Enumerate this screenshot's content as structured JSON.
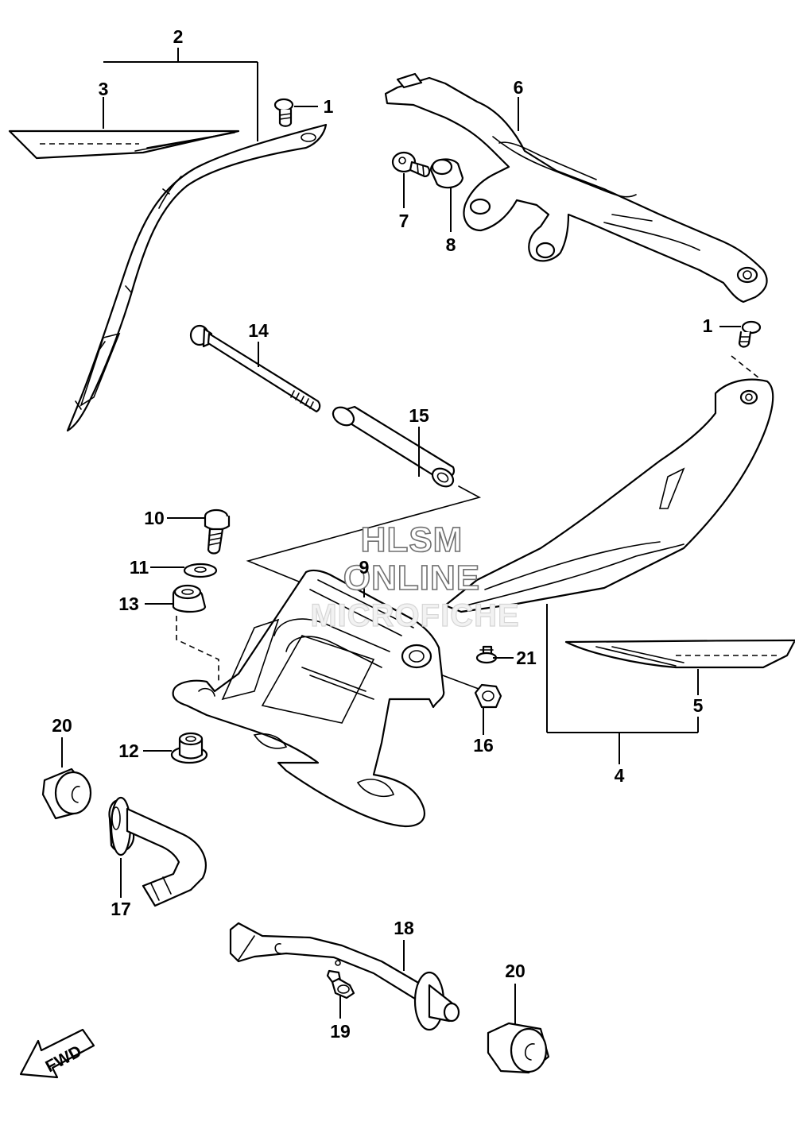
{
  "callouts": [
    {
      "id": "label-2",
      "text": "2"
    },
    {
      "id": "label-3",
      "text": "3"
    },
    {
      "id": "label-1-top",
      "text": "1"
    },
    {
      "id": "label-6",
      "text": "6"
    },
    {
      "id": "label-7",
      "text": "7"
    },
    {
      "id": "label-8",
      "text": "8"
    },
    {
      "id": "label-1-right",
      "text": "1"
    },
    {
      "id": "label-14",
      "text": "14"
    },
    {
      "id": "label-15",
      "text": "15"
    },
    {
      "id": "label-10",
      "text": "10"
    },
    {
      "id": "label-11",
      "text": "11"
    },
    {
      "id": "label-13",
      "text": "13"
    },
    {
      "id": "label-9",
      "text": "9"
    },
    {
      "id": "label-21",
      "text": "21"
    },
    {
      "id": "label-5",
      "text": "5"
    },
    {
      "id": "label-16",
      "text": "16"
    },
    {
      "id": "label-4",
      "text": "4"
    },
    {
      "id": "label-20-left",
      "text": "20"
    },
    {
      "id": "label-12",
      "text": "12"
    },
    {
      "id": "label-17",
      "text": "17"
    },
    {
      "id": "label-18",
      "text": "18"
    },
    {
      "id": "label-20-bottom",
      "text": "20"
    },
    {
      "id": "label-19",
      "text": "19"
    }
  ],
  "watermark": {
    "line1": "HLSM",
    "line2": "ONLINE",
    "line3": "MICROFICHE"
  },
  "direction_badge": {
    "text": "FWD",
    "icon": "fwd-arrow-icon"
  }
}
